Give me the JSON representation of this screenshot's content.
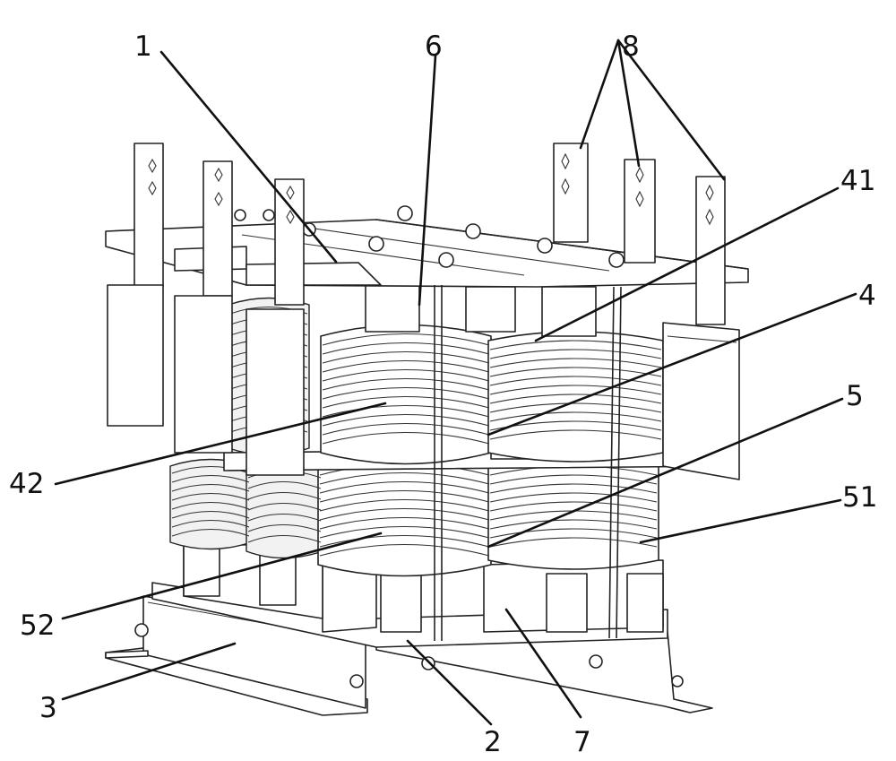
{
  "figure": {
    "callouts": [
      {
        "id": "1",
        "text": "1"
      },
      {
        "id": "6",
        "text": "6"
      },
      {
        "id": "8",
        "text": "8"
      },
      {
        "id": "41",
        "text": "41"
      },
      {
        "id": "4",
        "text": "4"
      },
      {
        "id": "5",
        "text": "5"
      },
      {
        "id": "51",
        "text": "51"
      },
      {
        "id": "42",
        "text": "42"
      },
      {
        "id": "52",
        "text": "52"
      },
      {
        "id": "3",
        "text": "3"
      },
      {
        "id": "2",
        "text": "2"
      },
      {
        "id": "7",
        "text": "7"
      }
    ]
  }
}
